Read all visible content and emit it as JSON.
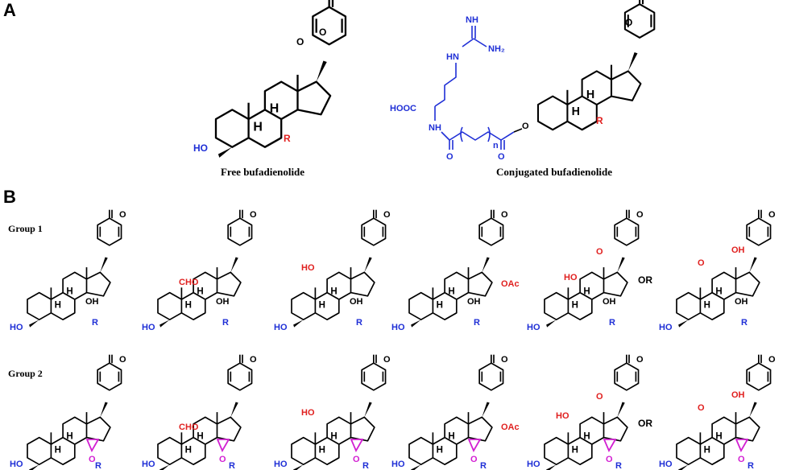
{
  "panels": {
    "A": "A",
    "B": "B"
  },
  "captions": {
    "free": "Free bufadienolide",
    "conjugated": "Conjugated bufadienolide"
  },
  "groups": {
    "g1": "Group 1",
    "g2": "Group 2"
  },
  "or_label": "OR",
  "atoms": {
    "O": "O",
    "H": "H",
    "R": "R",
    "HO": "HO",
    "OH": "OH",
    "OAc": "OAc",
    "CHO": "CHO",
    "NH": "NH",
    "NH2": "NH₂",
    "HN": "HN",
    "HOOC": "HOOC",
    "n": "n"
  },
  "colors": {
    "black": "#000000",
    "blue": "#1f2fd6",
    "red": "#e0201f",
    "magenta": "#d21fd2"
  }
}
